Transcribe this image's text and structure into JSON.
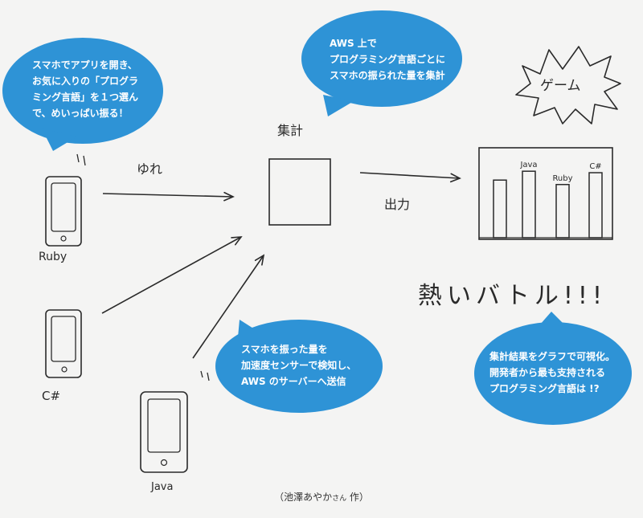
{
  "colors": {
    "bubble": "#2e93d6",
    "ink": "#2a2a2a",
    "background": "#f4f4f3"
  },
  "bubbles": {
    "phone_instructions": "スマホでアプリを開き、\nお気に入りの「プログラ\nミング言語」を１つ選ん\nで、めいっぱい振る！",
    "aws_aggregate": "AWS 上で\nプログラミング言語ごとに\nスマホの振られた量を集計",
    "sensor_detect": "スマホを振った量を\n加速度センサーで検知し、\nAWS のサーバーへ送信",
    "graph_visualize": "集計結果をグラフで可視化。\n開発者から最も支持される\nプログラミング言語は !?"
  },
  "labels": {
    "aggregate": "集計",
    "shake": "ゆれ",
    "output": "出力",
    "game": "ゲーム",
    "hot_battle": "熱いバトル!!!"
  },
  "phones": {
    "ruby": "Ruby",
    "csharp": "C#",
    "java": "Java"
  },
  "chart_data": {
    "type": "bar",
    "categories": [
      "",
      "Java",
      "Ruby",
      "C#"
    ],
    "values": [
      0.78,
      0.9,
      0.72,
      0.88
    ],
    "title": "",
    "xlabel": "",
    "ylabel": ""
  },
  "credit": {
    "prefix": "（池澤あやか",
    "honorific": "さん",
    "suffix": " 作）"
  }
}
